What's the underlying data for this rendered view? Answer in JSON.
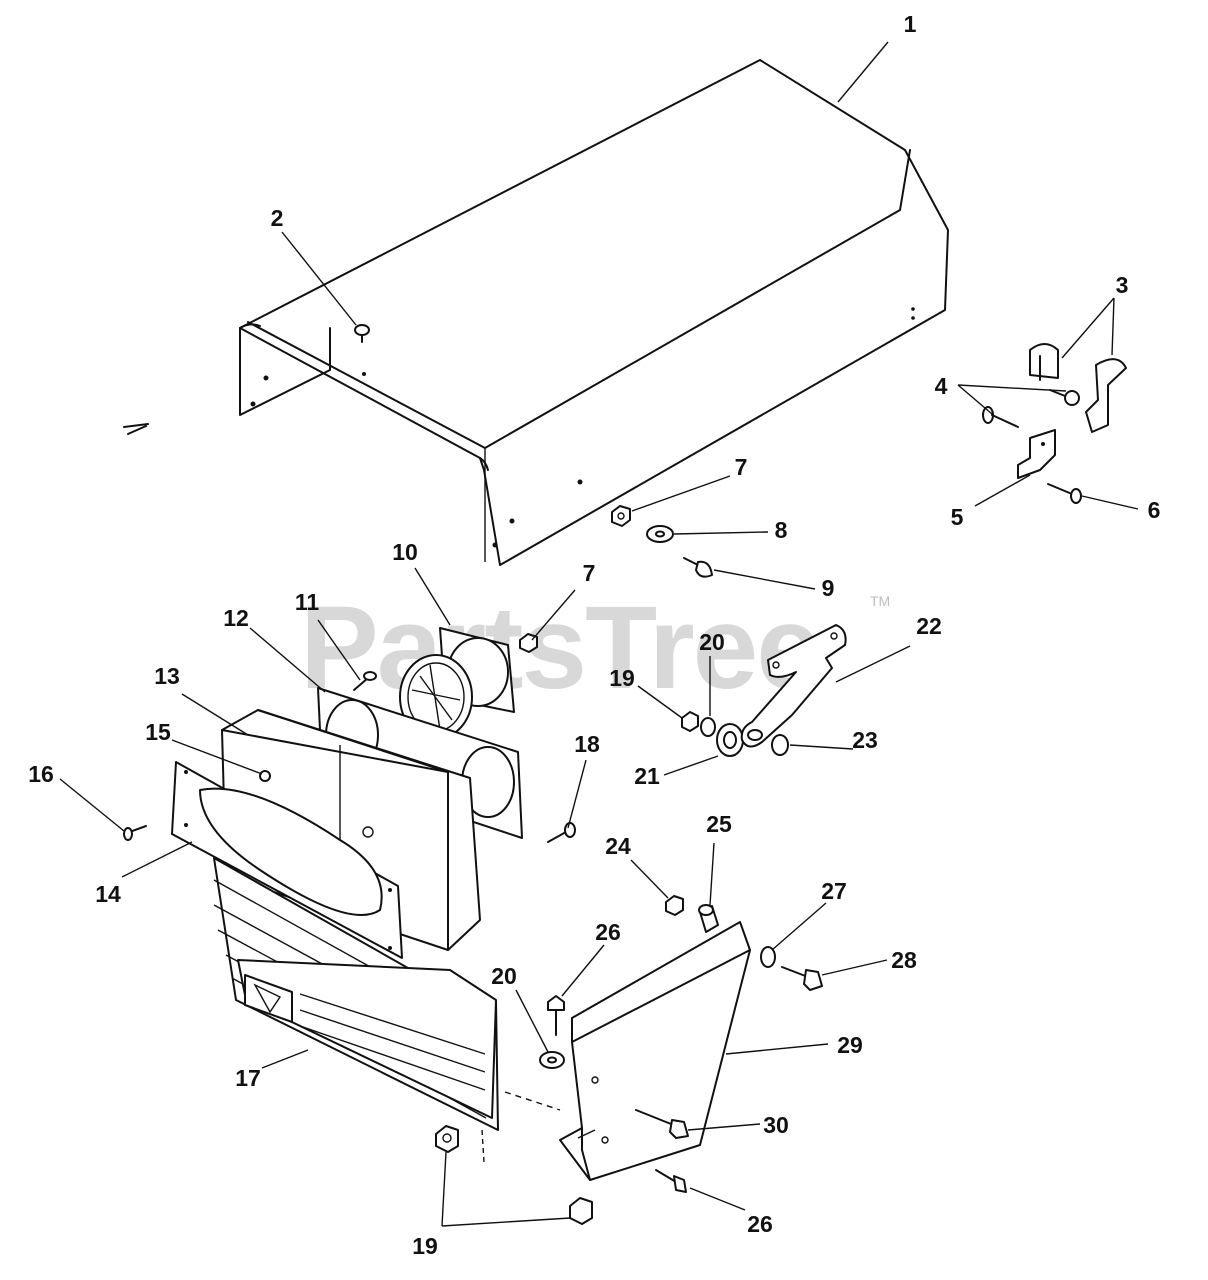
{
  "watermark": {
    "text": "PartsTree",
    "trademark": "TM"
  },
  "callouts": [
    {
      "id": "c1",
      "label": "1"
    },
    {
      "id": "c2",
      "label": "2"
    },
    {
      "id": "c3",
      "label": "3"
    },
    {
      "id": "c4",
      "label": "4"
    },
    {
      "id": "c5",
      "label": "5"
    },
    {
      "id": "c6",
      "label": "6"
    },
    {
      "id": "c7a",
      "label": "7"
    },
    {
      "id": "c7b",
      "label": "7"
    },
    {
      "id": "c8",
      "label": "8"
    },
    {
      "id": "c9",
      "label": "9"
    },
    {
      "id": "c10",
      "label": "10"
    },
    {
      "id": "c11",
      "label": "11"
    },
    {
      "id": "c12",
      "label": "12"
    },
    {
      "id": "c13",
      "label": "13"
    },
    {
      "id": "c14",
      "label": "14"
    },
    {
      "id": "c15",
      "label": "15"
    },
    {
      "id": "c16",
      "label": "16"
    },
    {
      "id": "c17",
      "label": "17"
    },
    {
      "id": "c18",
      "label": "18"
    },
    {
      "id": "c19a",
      "label": "19"
    },
    {
      "id": "c19b",
      "label": "19"
    },
    {
      "id": "c20a",
      "label": "20"
    },
    {
      "id": "c20b",
      "label": "20"
    },
    {
      "id": "c21",
      "label": "21"
    },
    {
      "id": "c22",
      "label": "22"
    },
    {
      "id": "c23",
      "label": "23"
    },
    {
      "id": "c24",
      "label": "24"
    },
    {
      "id": "c25",
      "label": "25"
    },
    {
      "id": "c26a",
      "label": "26"
    },
    {
      "id": "c26b",
      "label": "26"
    },
    {
      "id": "c27",
      "label": "27"
    },
    {
      "id": "c28",
      "label": "28"
    },
    {
      "id": "c29",
      "label": "29"
    },
    {
      "id": "c30",
      "label": "30"
    }
  ]
}
